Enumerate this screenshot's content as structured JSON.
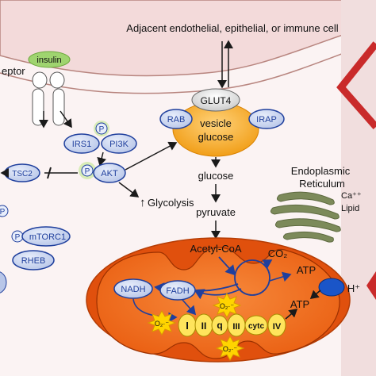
{
  "header": {
    "adjacent_cell": "Adjacent endothelial, epithelial, or immune cell"
  },
  "receptor": {
    "label": "eptor",
    "insulin": "insulin"
  },
  "signaling": {
    "irs1": "IRS1",
    "pi3k": "PI3K",
    "akt": "AKT",
    "tsc2": "TSC2",
    "mtorc1": "mTORC1",
    "rheb": "RHEB",
    "p": "P",
    "glycolysis": "Glycolysis"
  },
  "vesicle": {
    "glut4": "GLUT4",
    "rab": "RAB",
    "irap": "IRAP",
    "line1": "vesicle",
    "line2": "glucose"
  },
  "metabolites": {
    "glucose": "glucose",
    "pyruvate": "pyruvate"
  },
  "er": {
    "line1": "Endoplasmic",
    "line2": "Reticulum",
    "ca": "Ca⁺⁺",
    "lipid": "Lipid"
  },
  "mito": {
    "acetyl_coa": "Acetyl-CoA",
    "co2": "CO₂",
    "atp": "ATP",
    "h_plus": "H⁺",
    "nadh": "NADH",
    "fadh": "FADH",
    "superoxide": "O₂·⁻",
    "complexes": [
      "I",
      "II",
      "q",
      "III",
      "cytc",
      "IV"
    ]
  },
  "colors": {
    "membrane": "#e9c9c9",
    "membrane_line": "#b8857f",
    "insulin": "#9fd46f",
    "receptor": "#ffffff",
    "node_blue": "#1f3f9d",
    "vesicle": "#f5a623",
    "mito_orange": "#f16b1c",
    "mito_outer": "#e0500d",
    "er_green": "#7c8a5a",
    "complex_yellow": "#ffe45c",
    "atp_synthase": "#1a55c8",
    "arrow": "#1a1a1a",
    "accent_red": "#c92a2a"
  }
}
